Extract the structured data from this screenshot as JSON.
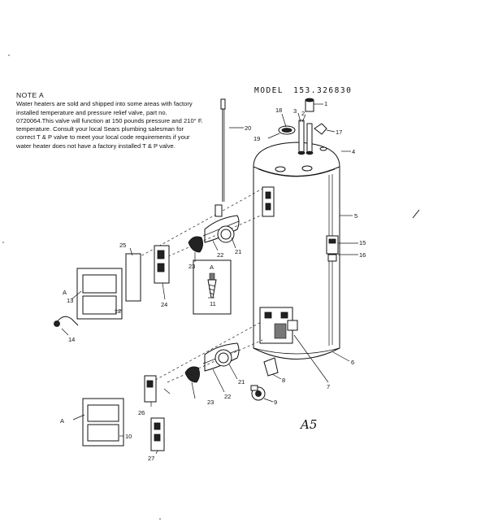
{
  "note": {
    "title": "NOTE A",
    "body": "Water heaters are sold and shipped into some areas with factory installed temperature and pressure relief valve, part no. 0720064.This valve will function at 150 pounds pressure and 210° F. temperature. Consult your local Sears plumbing salesman for correct T & P valve to meet your local code requirements if your water heater does not have a factory installed T & P valve."
  },
  "model": {
    "label": "MODEL",
    "number": "153.326830"
  },
  "handwritten": "A5",
  "callouts": {
    "c1": "1",
    "c2": "2",
    "c3": "3",
    "c4": "4",
    "c5": "5",
    "c6": "6",
    "c7": "7",
    "c8": "8",
    "c9": "9",
    "c10": "10",
    "c11": "11",
    "c12": "12",
    "c13": "13",
    "c14": "14",
    "c15": "15",
    "c16": "16",
    "c17": "17",
    "c18": "18",
    "c19": "19",
    "c20": "20",
    "c21a": "21",
    "c21b": "21",
    "c22a": "22",
    "c22b": "22",
    "c23a": "23",
    "c23b": "23",
    "c24": "24",
    "c25": "25",
    "c26": "26",
    "c27": "27",
    "cA1": "A",
    "cA2": "A",
    "cA3": "A"
  }
}
